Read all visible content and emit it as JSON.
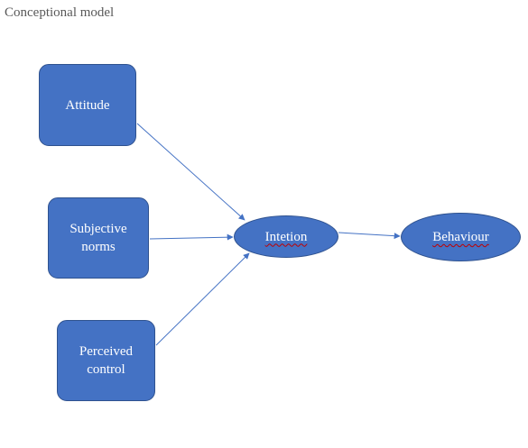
{
  "title": "Conceptional model",
  "colors": {
    "node_fill": "#4472c4",
    "node_border": "#2f528f",
    "node_text": "#ffffff",
    "arrow": "#4472c4",
    "title_text": "#595959",
    "spellcheck_underline": "#c00000"
  },
  "nodes": {
    "attitude": {
      "shape": "rounded-rectangle",
      "label": "Attitude"
    },
    "subjective": {
      "shape": "rounded-rectangle",
      "label": "Subjective\nnorms"
    },
    "perceived": {
      "shape": "rounded-rectangle",
      "label": "Perceived\ncontrol"
    },
    "intention": {
      "shape": "ellipse",
      "label": "Intetion",
      "spellcheck_flag": true
    },
    "behaviour": {
      "shape": "ellipse",
      "label": "Behaviour",
      "spellcheck_flag": true
    }
  },
  "edges": [
    {
      "from": "attitude",
      "to": "intention"
    },
    {
      "from": "subjective",
      "to": "intention"
    },
    {
      "from": "perceived",
      "to": "intention"
    },
    {
      "from": "intention",
      "to": "behaviour"
    }
  ]
}
